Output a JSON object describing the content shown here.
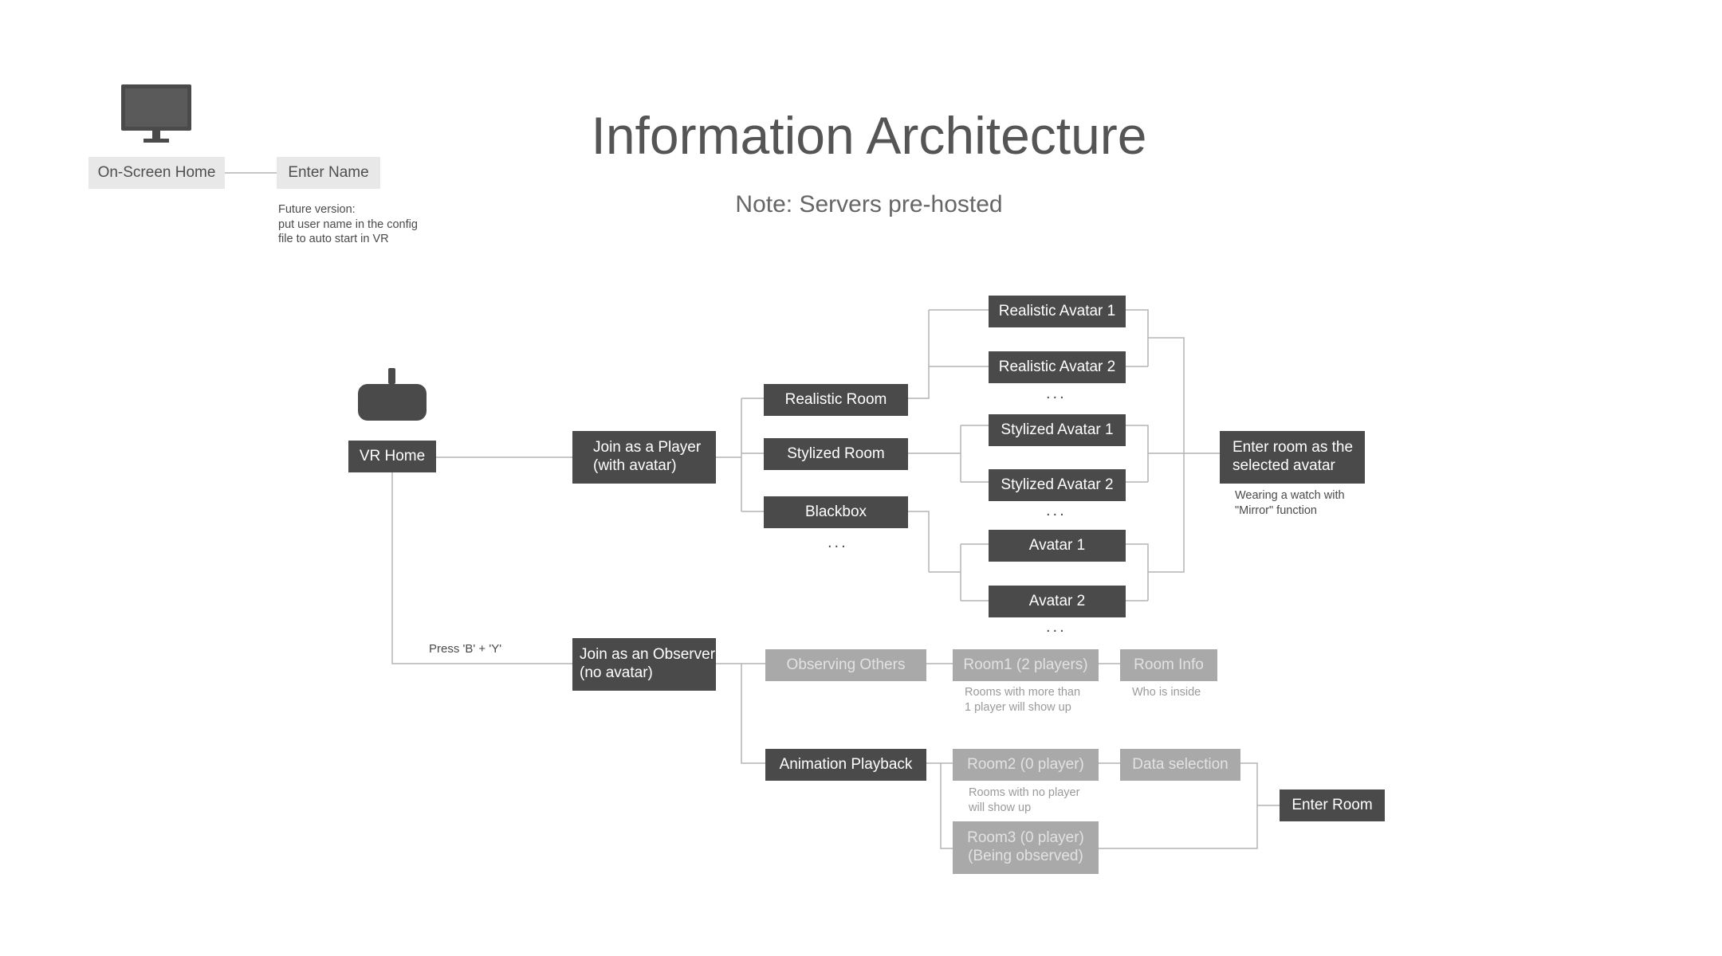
{
  "title": "Information Architecture",
  "subtitle": "Note: Servers pre-hosted",
  "icons": {
    "monitor": "monitor-icon",
    "headset": "vr-headset-icon"
  },
  "colors": {
    "dark_box": "#4a4a4a",
    "gray_box": "#a9a9a9",
    "light_box": "#e8e8e8",
    "connector": "#b4b4b4",
    "text": "#555555"
  },
  "screen": {
    "home": "On-Screen Home",
    "enter_name": "Enter Name",
    "future_note": "Future version:\nput user name in the config\nfile to auto start in VR"
  },
  "vr": {
    "home": "VR Home",
    "press_label": "Press 'B' + 'Y'",
    "player": {
      "label": "Join as a Player\n(with avatar)",
      "rooms": [
        "Realistic Room",
        "Stylized Room",
        "Blackbox"
      ],
      "rooms_more": "...",
      "realistic_avatars": [
        "Realistic Avatar 1",
        "Realistic Avatar 2"
      ],
      "stylized_avatars": [
        "Stylized Avatar 1",
        "Stylized Avatar 2"
      ],
      "avatars": [
        "Avatar 1",
        "Avatar 2"
      ],
      "more": "...",
      "enter": "Enter room as the\nselected avatar",
      "enter_note": "Wearing a watch with\n\"Mirror\" function"
    },
    "observer": {
      "label": "Join as an Observer\n(no avatar)",
      "observing": "Observing Others",
      "room1": "Room1 (2 players)",
      "room1_note": "Rooms with more than\n1 player will show up",
      "room_info": "Room Info",
      "room_info_note": "Who is inside",
      "playback": "Animation Playback",
      "room2": "Room2 (0 player)",
      "room2_note": "Rooms with no player\nwill show up",
      "room3": "Room3 (0 player)\n(Being observed)",
      "data_selection": "Data selection",
      "enter_room": "Enter Room"
    }
  }
}
